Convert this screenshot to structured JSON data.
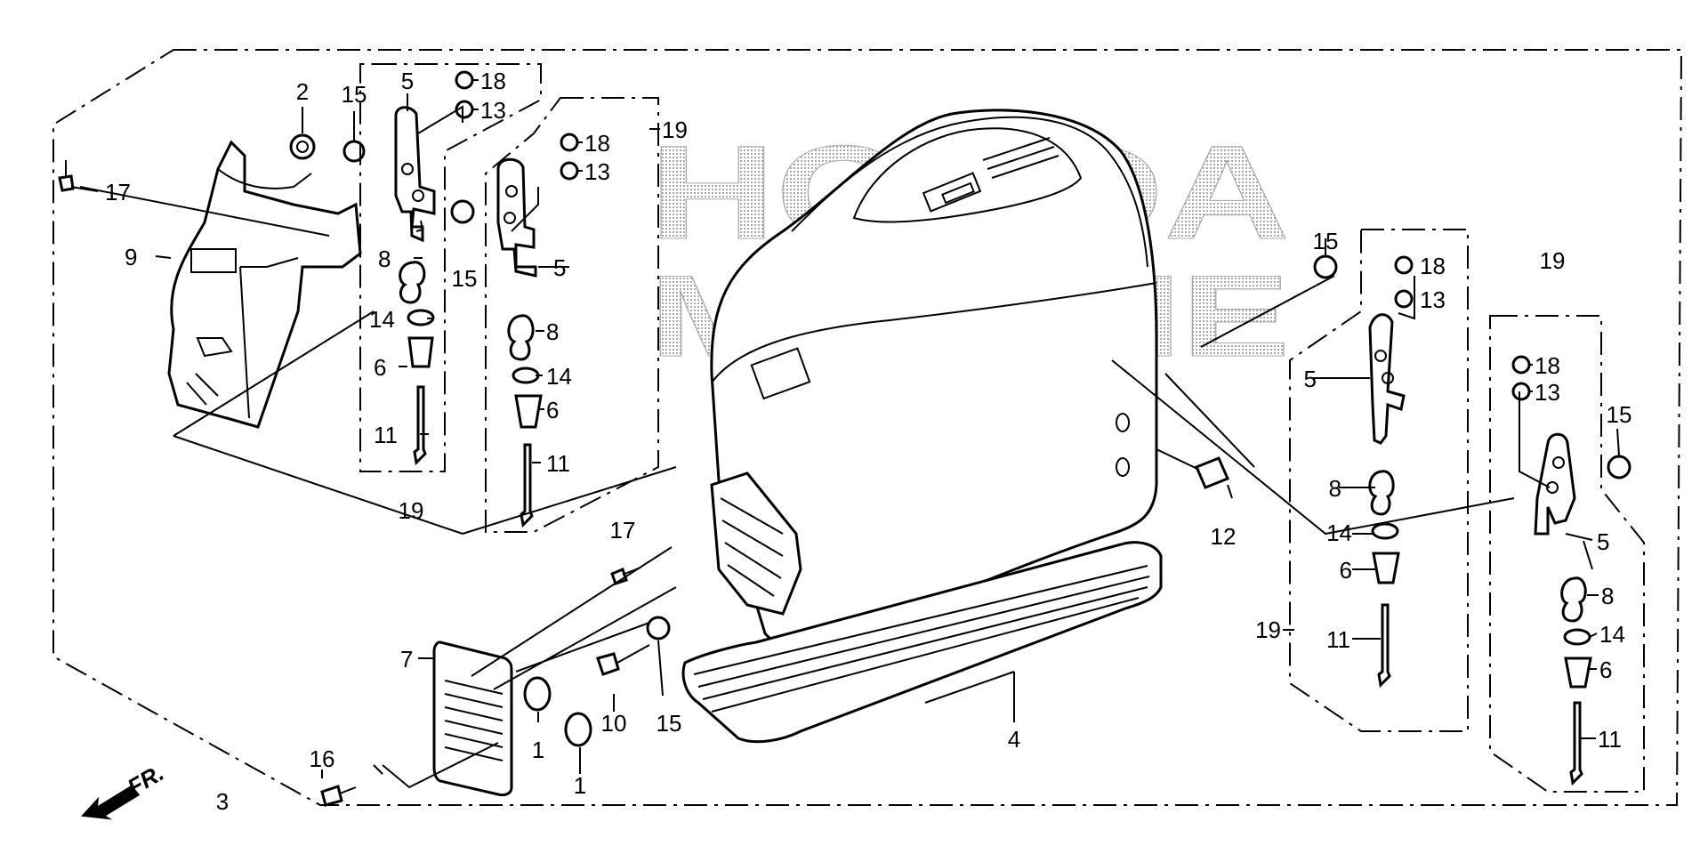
{
  "watermark": {
    "line1": "HONDA",
    "line2": "MARINE"
  },
  "front_marker": "FR.",
  "callouts": {
    "c1a": "1",
    "c1b": "1",
    "c2": "2",
    "c3": "3",
    "c4": "4",
    "c5a": "5",
    "c5b": "5",
    "c5c": "5",
    "c5d": "5",
    "c6a": "6",
    "c6b": "6",
    "c6c": "6",
    "c6d": "6",
    "c7": "7",
    "c8a": "8",
    "c8b": "8",
    "c8c": "8",
    "c8d": "8",
    "c9": "9",
    "c10": "10",
    "c11a": "11",
    "c11b": "11",
    "c11c": "11",
    "c11d": "11",
    "c12": "12",
    "c13a": "13",
    "c13b": "13",
    "c13c": "13",
    "c13d": "13",
    "c14a": "14",
    "c14b": "14",
    "c14c": "14",
    "c14d": "14",
    "c15a": "15",
    "c15b": "15",
    "c15c": "15",
    "c15d": "15",
    "c15e": "15",
    "c16": "16",
    "c17a": "17",
    "c17b": "17",
    "c18a": "18",
    "c18b": "18",
    "c18c": "18",
    "c18d": "18",
    "c19a": "19",
    "c19b": "19",
    "c19c": "19",
    "c19d": "19"
  }
}
